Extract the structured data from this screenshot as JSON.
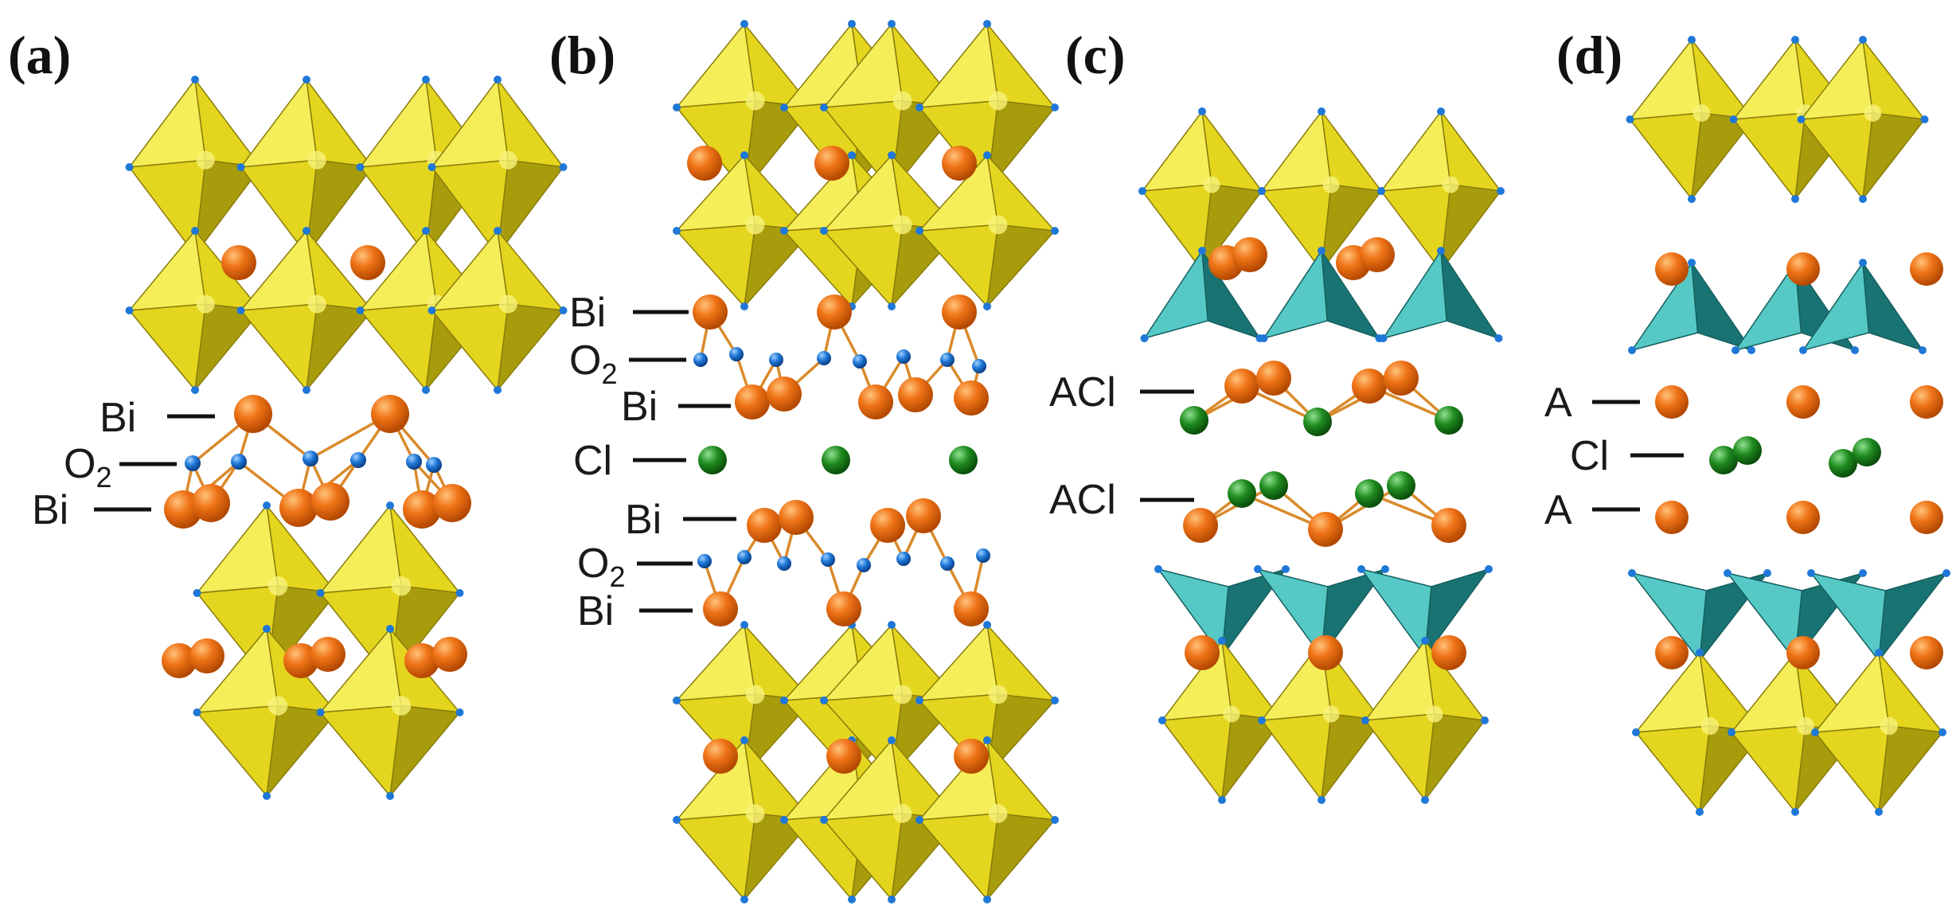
{
  "panels": [
    {
      "letter": "(a)",
      "labels": [
        {
          "text": "Bi"
        },
        {
          "text": "O",
          "sub": "2"
        },
        {
          "text": "Bi"
        }
      ]
    },
    {
      "letter": "(b)",
      "labels": [
        {
          "text": "Bi"
        },
        {
          "text": "O",
          "sub": "2"
        },
        {
          "text": "Bi"
        },
        {
          "text": "Cl"
        },
        {
          "text": "Bi"
        },
        {
          "text": "O",
          "sub": "2"
        },
        {
          "text": "Bi"
        }
      ]
    },
    {
      "letter": "(c)",
      "labels": [
        {
          "text": "ACl"
        },
        {
          "text": "ACl"
        }
      ]
    },
    {
      "letter": "(d)",
      "labels": [
        {
          "text": "A"
        },
        {
          "text": "Cl"
        },
        {
          "text": "A"
        }
      ]
    }
  ],
  "colors": {
    "octahedron": "#e4d51e",
    "octahedron_light": "#f6ee58",
    "octahedron_dark": "#a99c0c",
    "tetrahedron": "#2aa6a6",
    "tetrahedron_light": "#56c9c6",
    "tetrahedron_dark": "#1a7373",
    "bismuth_A_atom": "#f07418",
    "oxygen_atom": "#1f78d8",
    "chlorine_atom": "#1e8a1e",
    "bond": "#d98a2b"
  }
}
